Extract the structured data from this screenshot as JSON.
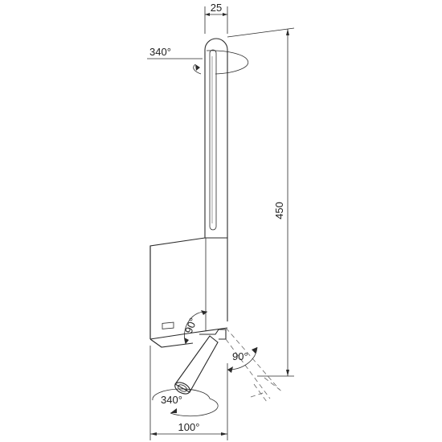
{
  "dimensions": {
    "width_top": "25",
    "rotation_top": "340°",
    "height_total": "450",
    "tilt_vertical": "90°",
    "tilt_horizontal": "90°",
    "rotation_spot": "340°",
    "width_bottom": "100°"
  }
}
